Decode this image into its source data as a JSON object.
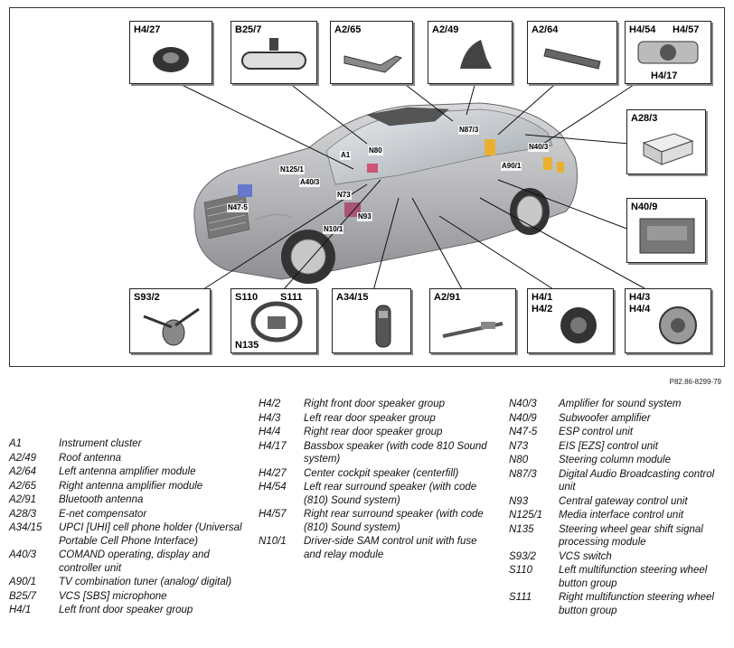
{
  "figure_code": "P82.86-8299-79",
  "part_boxes": [
    {
      "id": "h427",
      "labels": [
        "H4/27"
      ],
      "icon": "speaker-icon"
    },
    {
      "id": "b257",
      "labels": [
        "B25/7"
      ],
      "icon": "mirror-icon"
    },
    {
      "id": "a265",
      "labels": [
        "A2/65"
      ],
      "icon": "module-icon"
    },
    {
      "id": "a249",
      "labels": [
        "A2/49"
      ],
      "icon": "antenna-icon"
    },
    {
      "id": "a264",
      "labels": [
        "A2/64"
      ],
      "icon": "module-icon"
    },
    {
      "id": "h454",
      "labels": [
        "H4/54",
        "H4/57",
        "H4/17"
      ],
      "icon": "bassbox-icon"
    },
    {
      "id": "a283",
      "labels": [
        "A28/3"
      ],
      "icon": "box-icon"
    },
    {
      "id": "n409",
      "labels": [
        "N40/9"
      ],
      "icon": "amplifier-icon"
    },
    {
      "id": "s932",
      "labels": [
        "S93/2"
      ],
      "icon": "switch-icon"
    },
    {
      "id": "s110",
      "labels": [
        "S110",
        "S111",
        "N135"
      ],
      "icon": "steering-wheel-icon"
    },
    {
      "id": "a3415",
      "labels": [
        "A34/15"
      ],
      "icon": "phone-holder-icon"
    },
    {
      "id": "a291",
      "labels": [
        "A2/91"
      ],
      "icon": "bluetooth-antenna-icon"
    },
    {
      "id": "h41",
      "labels": [
        "H4/1",
        "H4/2"
      ],
      "icon": "speaker-icon"
    },
    {
      "id": "h43",
      "labels": [
        "H4/3",
        "H4/4"
      ],
      "icon": "speaker-icon"
    }
  ],
  "car_labels": [
    "A1",
    "N80",
    "N125/1",
    "A40/3",
    "N47-5",
    "N73",
    "N93",
    "N10/1",
    "N87/3",
    "N40/3",
    "A90/1"
  ],
  "legend": [
    [
      {
        "code": "A1",
        "desc": "Instrument cluster"
      },
      {
        "code": "A2/49",
        "desc": "Roof antenna"
      },
      {
        "code": "A2/64",
        "desc": "Left antenna amplifier module"
      },
      {
        "code": "A2/65",
        "desc": "Right antenna amplifier module"
      },
      {
        "code": "A2/91",
        "desc": "Bluetooth antenna"
      },
      {
        "code": "A28/3",
        "desc": "E-net compensator"
      },
      {
        "code": "A34/15",
        "desc": "UPCI [UHI] cell phone holder (Universal Portable Cell Phone Interface)"
      },
      {
        "code": "A40/3",
        "desc": "COMAND operating, display and controller unit"
      },
      {
        "code": "A90/1",
        "desc": "TV combination tuner (analog/ digital)"
      },
      {
        "code": "B25/7",
        "desc": "VCS [SBS] microphone"
      },
      {
        "code": "H4/1",
        "desc": "Left front door speaker group"
      }
    ],
    [
      {
        "code": "H4/2",
        "desc": "Right front door speaker group"
      },
      {
        "code": "H4/3",
        "desc": "Left rear door speaker group"
      },
      {
        "code": "H4/4",
        "desc": "Right rear door speaker group"
      },
      {
        "code": "H4/17",
        "desc": "Bassbox speaker (with code 810 Sound system)"
      },
      {
        "code": "H4/27",
        "desc": "Center cockpit speaker (centerfill)"
      },
      {
        "code": "H4/54",
        "desc": "Left rear surround speaker (with code (810) Sound system)"
      },
      {
        "code": "H4/57",
        "desc": "Right rear surround speaker (with code (810) Sound system)"
      },
      {
        "code": "N10/1",
        "desc": "Driver-side SAM control unit with fuse and relay module"
      }
    ],
    [
      {
        "code": "N40/3",
        "desc": "Amplifier for sound system"
      },
      {
        "code": "N40/9",
        "desc": "Subwoofer amplifier"
      },
      {
        "code": "N47-5",
        "desc": "ESP control unit"
      },
      {
        "code": "N73",
        "desc": "EIS [EZS] control unit"
      },
      {
        "code": "N80",
        "desc": "Steering column module"
      },
      {
        "code": "N87/3",
        "desc": "Digital Audio Broadcasting control unit"
      },
      {
        "code": "N93",
        "desc": "Central gateway control unit"
      },
      {
        "code": "N125/1",
        "desc": "Media interface control unit"
      },
      {
        "code": "N135",
        "desc": "Steering wheel gear shift signal processing module"
      },
      {
        "code": "S93/2",
        "desc": "VCS switch"
      },
      {
        "code": "S110",
        "desc": "Left multifunction steering wheel button group"
      },
      {
        "code": "S111",
        "desc": "Right multifunction steering wheel button group"
      }
    ]
  ]
}
